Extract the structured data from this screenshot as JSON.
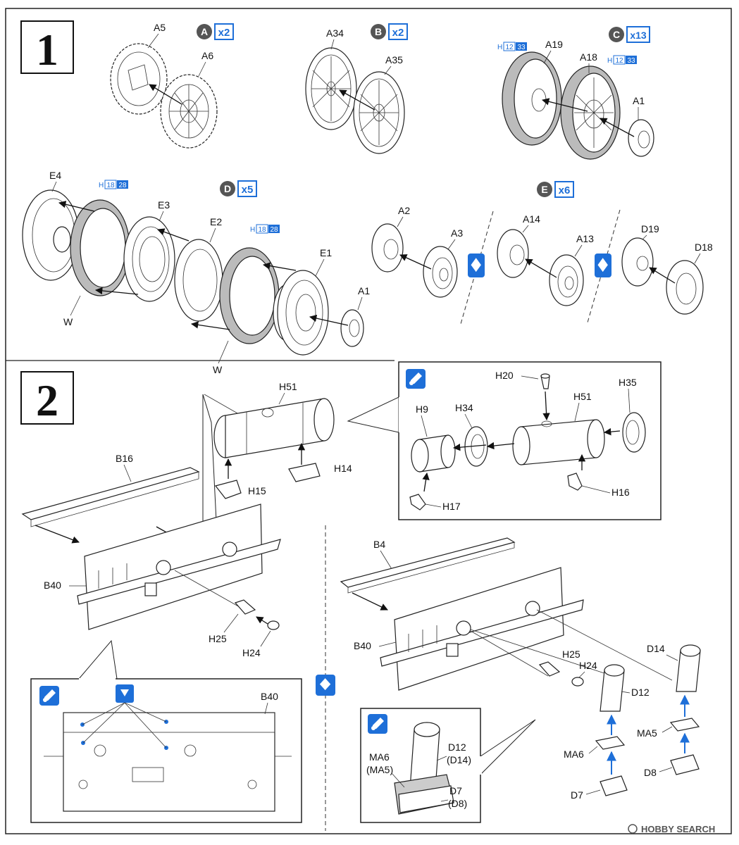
{
  "steps": [
    "1",
    "2"
  ],
  "sub_groups": [
    {
      "letter": "A",
      "mult": "x2"
    },
    {
      "letter": "B",
      "mult": "x2"
    },
    {
      "letter": "C",
      "mult": "x13"
    },
    {
      "letter": "D",
      "mult": "x5"
    },
    {
      "letter": "E",
      "mult": "x6"
    }
  ],
  "paint_codes": {
    "c_tire_left": {
      "h": "H",
      "a": "12",
      "b": "33"
    },
    "c_tire_right": {
      "h": "H",
      "a": "12",
      "b": "33"
    },
    "d_tire_left": {
      "h": "H",
      "a": "18",
      "b": "28"
    },
    "d_tire_right": {
      "h": "H",
      "a": "18",
      "b": "28"
    }
  },
  "step1_labels": {
    "a5": "A5",
    "a6": "A6",
    "a34": "A34",
    "a35": "A35",
    "a19": "A19",
    "a18": "A18",
    "a1_top": "A1",
    "e4": "E4",
    "e3": "E3",
    "e2": "E2",
    "e1": "E1",
    "a1_d": "A1",
    "w1": "W",
    "w2": "W",
    "a2": "A2",
    "a3": "A3",
    "a14": "A14",
    "a13": "A13",
    "d19": "D19",
    "d18": "D18"
  },
  "step2_labels": {
    "h51": "H51",
    "h14": "H14",
    "h15": "H15",
    "b16": "B16",
    "b40_left": "B40",
    "h25_left": "H25",
    "h24_left": "H24",
    "inset_h20": "H20",
    "inset_h35": "H35",
    "inset_h9": "H9",
    "inset_h34": "H34",
    "inset_h51": "H51",
    "inset_h16": "H16",
    "inset_h17": "H17",
    "b4": "B4",
    "b40_right": "B40",
    "h25_right": "H25",
    "h24_right": "H24",
    "d14": "D14",
    "d12": "D12",
    "ma5": "MA5",
    "ma6": "MA6",
    "d8": "D8",
    "d7": "D7",
    "inset_b40": "B40",
    "inset_ma6": "MA6",
    "inset_ma5": "(MA5)",
    "inset_d12": "D12",
    "inset_d14": "(D14)",
    "inset_d7": "D7",
    "inset_d8": "(D8)"
  },
  "watermark": "HOBBY SEARCH",
  "colors": {
    "accent_blue": "#1e6fd8",
    "line": "#222222"
  }
}
